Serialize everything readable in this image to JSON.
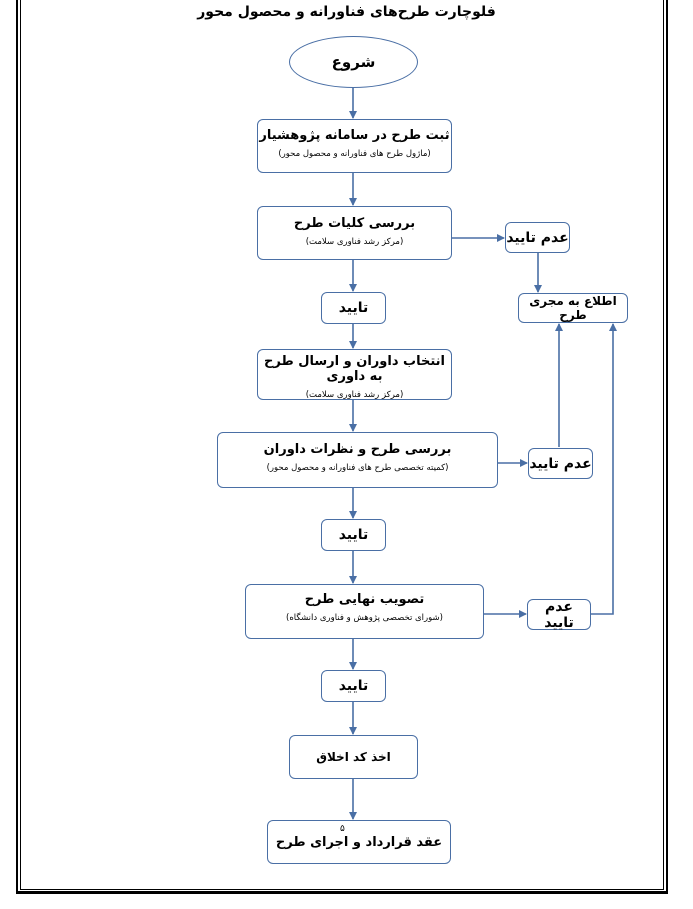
{
  "title": "فلوچارت طرح‌های فناورانه و محصول محور",
  "nodes": {
    "start": "شروع",
    "register": {
      "main": "ثبت طرح در سامانه پژوهشیار",
      "sub": "(ماژول طرح های فناورانه و محصول محور)"
    },
    "general_review": {
      "main": "بررسی کلیات طرح",
      "sub": "(مرکز رشد فناوری سلامت)"
    },
    "select_reviewers": {
      "main": "انتخاب داوران و ارسال طرح به داوری",
      "sub": "(مرکز رشد فناوری سلامت)"
    },
    "review_opinions": {
      "main": "بررسی طرح و نظرات داوران",
      "sub": "(کمیته تخصصی طرح های فناورانه و محصول محور)"
    },
    "final_approval": {
      "main": "تصویب نهایی طرح",
      "sub": "(شورای تخصصی پژوهش و فناوری دانشگاه)"
    },
    "ethics_code": "اخذ کد اخلاق",
    "contract": "عقد قرارداد و اجرای طرح",
    "notify": "اطلاع به مجری طرح"
  },
  "labels": {
    "approve": "تایید",
    "reject": "عدم تایید"
  },
  "page_number": "۵"
}
